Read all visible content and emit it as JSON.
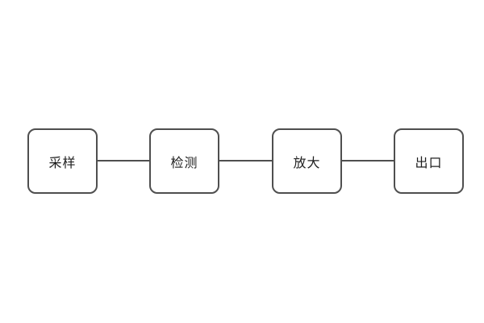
{
  "diagram": {
    "type": "flowchart",
    "orientation": "horizontal",
    "nodes": [
      {
        "id": "sampling",
        "label": "采样"
      },
      {
        "id": "detection",
        "label": "检测"
      },
      {
        "id": "amplification",
        "label": "放大"
      },
      {
        "id": "outlet",
        "label": "出口"
      }
    ],
    "connections": [
      {
        "from": "采样",
        "to": "检测",
        "style": "plain-line"
      },
      {
        "from": "检测",
        "to": "放大",
        "style": "plain-line"
      },
      {
        "from": "放大",
        "to": "出口",
        "style": "plain-line"
      }
    ],
    "colors": {
      "background": "#ffffff",
      "node_fill": "#ffffff",
      "node_border": "#4f4f4f",
      "connector": "#4f4f4f",
      "text": "#1f1f1f"
    }
  }
}
